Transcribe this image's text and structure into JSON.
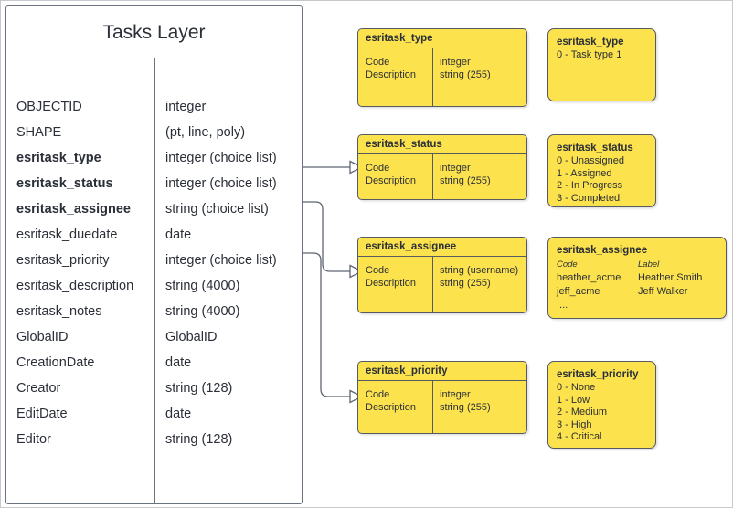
{
  "layer": {
    "title": "Tasks Layer",
    "fields": [
      {
        "name": "OBJECTID",
        "type": "integer",
        "bold": false
      },
      {
        "name": "SHAPE",
        "type": "(pt, line, poly)",
        "bold": false
      },
      {
        "name": "esritask_type",
        "type": "integer (choice list)",
        "bold": true
      },
      {
        "name": "esritask_status",
        "type": "integer (choice list)",
        "bold": true
      },
      {
        "name": "esritask_assignee",
        "type": "string (choice list)",
        "bold": true
      },
      {
        "name": "esritask_duedate",
        "type": "date",
        "bold": false
      },
      {
        "name": "esritask_priority",
        "type": "integer (choice list)",
        "bold": false
      },
      {
        "name": "esritask_description",
        "type": "string (4000)",
        "bold": false
      },
      {
        "name": "esritask_notes",
        "type": "string (4000)",
        "bold": false
      },
      {
        "name": "GlobalID",
        "type": "GlobalID",
        "bold": false
      },
      {
        "name": "CreationDate",
        "type": "date",
        "bold": false
      },
      {
        "name": "Creator",
        "type": "string (128)",
        "bold": false
      },
      {
        "name": "EditDate",
        "type": "date",
        "bold": false
      },
      {
        "name": "Editor",
        "type": "string (128)",
        "bold": false
      }
    ]
  },
  "domain_tables": [
    {
      "id": "type",
      "title": "esritask_type",
      "left_rows": [
        "Code",
        "Description"
      ],
      "right_rows": [
        "integer",
        "string (255)"
      ]
    },
    {
      "id": "status",
      "title": "esritask_status",
      "left_rows": [
        "Code",
        "Description"
      ],
      "right_rows": [
        "integer",
        "string (255)"
      ]
    },
    {
      "id": "assignee",
      "title": "esritask_assignee",
      "left_rows": [
        "Code",
        "Description"
      ],
      "right_rows": [
        "string  (username)",
        "string (255)"
      ]
    },
    {
      "id": "priority",
      "title": "esritask_priority",
      "left_rows": [
        "Code",
        "Description"
      ],
      "right_rows": [
        "integer",
        "string (255)"
      ]
    }
  ],
  "value_cards": [
    {
      "id": "type",
      "title": "esritask_type",
      "lines": [
        "0 - Task type 1"
      ]
    },
    {
      "id": "status",
      "title": "esritask_status",
      "lines": [
        "0 - Unassigned",
        "1 - Assigned",
        "2 - In Progress",
        "3 - Completed"
      ]
    },
    {
      "id": "assignee",
      "title": "esritask_assignee",
      "col_headers": [
        "Code",
        "Label"
      ],
      "rows": [
        [
          "heather_acme",
          "Heather Smith"
        ],
        [
          "jeff_acme",
          "Jeff Walker"
        ]
      ],
      "ellipsis": "...."
    },
    {
      "id": "priority",
      "title": "esritask_priority",
      "lines": [
        "0 - None",
        "1 - Low",
        "2 - Medium",
        "3 - High",
        "4 - Critical"
      ]
    }
  ],
  "colors": {
    "domain_fill": "#FCE24D",
    "stroke": "#555a63",
    "text": "#2b2f38",
    "layer_border": "#6b7280",
    "connector": "#5e6571"
  }
}
